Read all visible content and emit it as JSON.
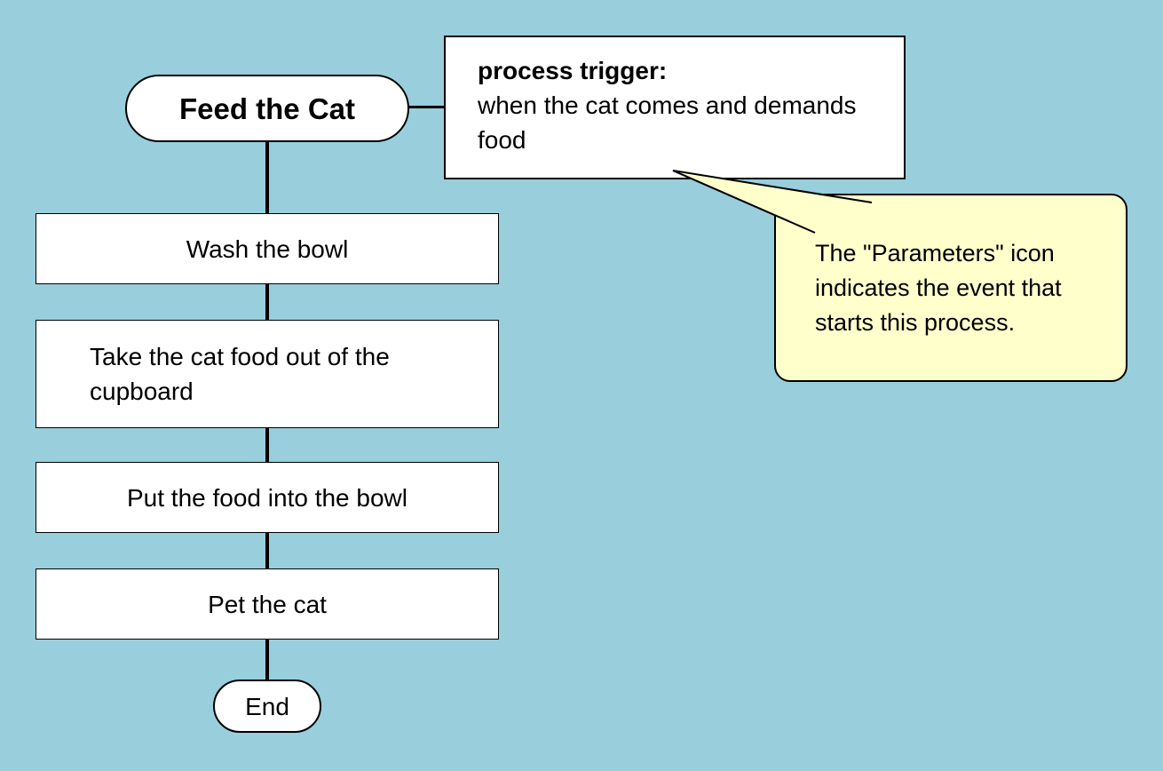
{
  "canvas": {
    "description": "flowchart diagram"
  },
  "colors": {
    "background": "#99CEDC",
    "node_fill": "#FFFFFF",
    "callout_fill": "#FFFFCC",
    "stroke": "#000000"
  },
  "flowchart": {
    "start": {
      "label": "Feed the Cat"
    },
    "steps": [
      {
        "label": "Wash the bowl"
      },
      {
        "label": "Take the cat food out of the cupboard"
      },
      {
        "label": "Put the food into the bowl"
      },
      {
        "label": "Pet the cat"
      }
    ],
    "end": {
      "label": "End"
    }
  },
  "note": {
    "title": "process trigger:",
    "body": "when the cat comes and demands food"
  },
  "callout": {
    "text": "The \"Parameters\" icon indicates the event that starts this process."
  }
}
